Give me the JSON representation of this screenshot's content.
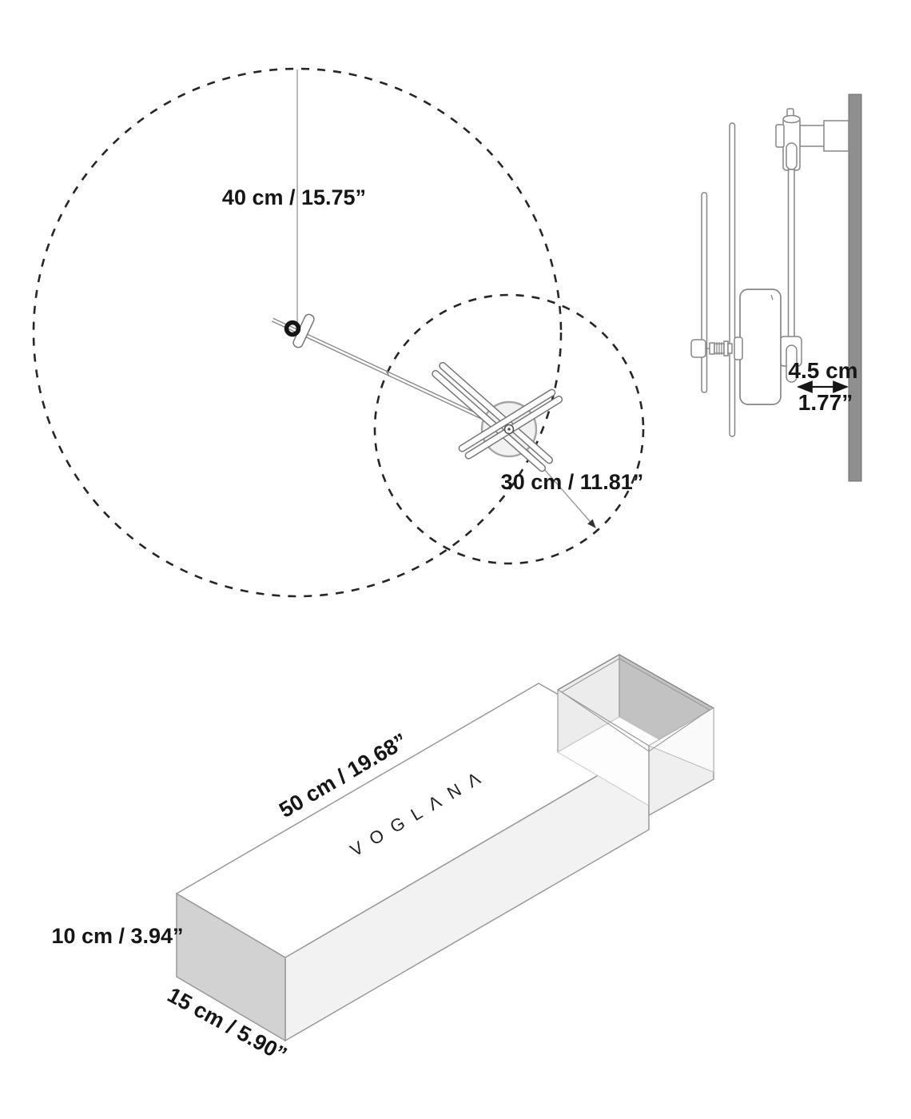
{
  "front_view": {
    "radius_large_label": "40 cm / 15.75”",
    "radius_small_label": "30 cm / 11.81”"
  },
  "side_view": {
    "depth_cm": "4.5 cm",
    "depth_in": "1.77”"
  },
  "box_view": {
    "brand": "VOGLANA",
    "brand_display": "VOGLΛNΛ",
    "length_label": "50 cm / 19.68”",
    "height_label": "10 cm / 3.94”",
    "depth_label": "15 cm / 5.90”"
  },
  "colors": {
    "wall": "#8f8f8f",
    "outline": "#8a8a8a",
    "dashed_circle": "#262626",
    "text": "#161616",
    "box_top_face": "#ffffff",
    "box_front_face": "#f2f2f2",
    "box_end_face": "#d2d2d2",
    "tray_inner_dark": "#c2c2c2",
    "tray_inner_light": "#ececec"
  }
}
